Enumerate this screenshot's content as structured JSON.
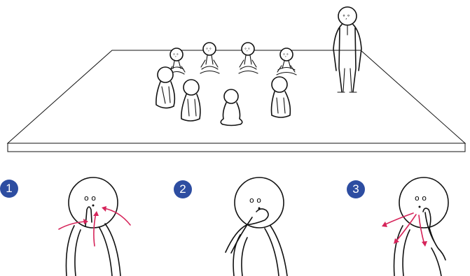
{
  "steps": [
    {
      "number": "1"
    },
    {
      "number": "2"
    },
    {
      "number": "3"
    }
  ],
  "colors": {
    "badge": "#2d4da1",
    "arrow": "#d6245a",
    "line": "#111111",
    "background": "#ffffff"
  }
}
